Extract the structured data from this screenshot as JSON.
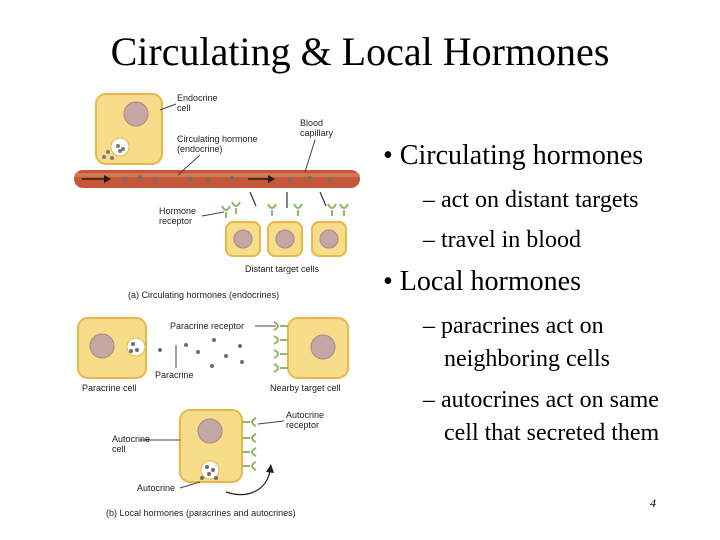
{
  "slide": {
    "title": "Circulating & Local Hormones",
    "page_number": "4"
  },
  "bullets": [
    {
      "text": "• Circulating hormones",
      "subs": [
        "– act on distant targets",
        "– travel in blood"
      ]
    },
    {
      "text": "• Local hormones",
      "subs": [
        "– paracrines act on",
        "neighboring cells",
        "– autocrines act on same",
        "cell that secreted them"
      ]
    }
  ],
  "figure": {
    "part_a": {
      "endocrine_cell": [
        "Endocrine",
        "cell"
      ],
      "circulating_hormone": [
        "Circulating hormone",
        "(endocrine)"
      ],
      "blood_capillary": [
        "Blood",
        "capillary"
      ],
      "hormone_receptor": [
        "Hormone",
        "receptor"
      ],
      "distant_target_cells": "Distant target cells",
      "caption": "(a) Circulating hormones (endocrines)"
    },
    "part_b": {
      "paracrine_receptor": "Paracrine receptor",
      "paracrine": "Paracrine",
      "paracrine_cell": "Paracrine cell",
      "nearby_target_cell": "Nearby target cell",
      "autocrine_receptor": [
        "Autocrine",
        "receptor"
      ],
      "autocrine_cell": [
        "Autocrine",
        "cell"
      ],
      "autocrine": "Autocrine",
      "caption": "(b) Local hormones (paracrines and autocrines)"
    },
    "colors": {
      "cell_fill": "#f7dc8a",
      "cell_stroke": "#e3b94c",
      "nucleus": "#c4a7a4",
      "capillary": "#c4573a",
      "receptor": "#8fb86a"
    }
  }
}
